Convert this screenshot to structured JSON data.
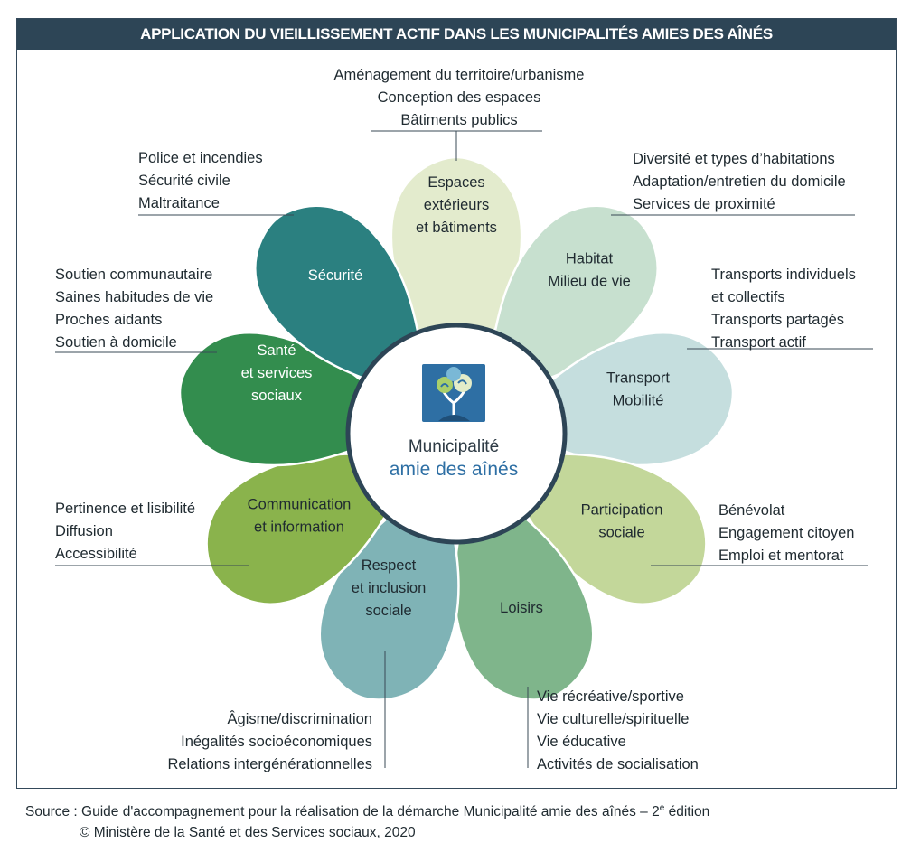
{
  "title": "APPLICATION DU VIEILLISSEMENT ACTIF DANS LES MUNICIPALITÉS AMIES DES AÎNÉS",
  "center": {
    "line1": "Municipalité",
    "line2": "amie des aînés"
  },
  "petals": [
    {
      "id": "espaces",
      "label": [
        "Espaces",
        "extérieurs",
        "et bâtiments"
      ],
      "color": "#e3ebcd",
      "text_color": "#1f2a30",
      "items": [
        "Aménagement du territoire/urbanisme",
        "Conception des espaces",
        "Bâtiments publics"
      ]
    },
    {
      "id": "habitat",
      "label": [
        "Habitat",
        "Milieu de vie"
      ],
      "color": "#c7e0cf",
      "text_color": "#1f2a30",
      "items": [
        "Diversité et types d’habitations",
        "Adaptation/entretien du domicile",
        "Services de proximité"
      ]
    },
    {
      "id": "transport",
      "label": [
        "Transport",
        "Mobilité"
      ],
      "color": "#c5dede",
      "text_color": "#1f2a30",
      "items": [
        "Transports individuels",
        " et collectifs",
        "Transports partagés",
        "Transport actif"
      ]
    },
    {
      "id": "participation",
      "label": [
        "Participation",
        "sociale"
      ],
      "color": "#c3d79a",
      "text_color": "#1f2a30",
      "items": [
        "Bénévolat",
        "Engagement citoyen",
        "Emploi et mentorat"
      ]
    },
    {
      "id": "loisirs",
      "label": [
        "Loisirs"
      ],
      "color": "#7fb58b",
      "text_color": "#1f2a30",
      "items": [
        "Vie récréative/sportive",
        "Vie culturelle/spirituelle",
        "Vie éducative",
        "Activités de socialisation"
      ]
    },
    {
      "id": "respect",
      "label": [
        "Respect",
        "et inclusion",
        "sociale"
      ],
      "color": "#7fb3b6",
      "text_color": "#1f2a30",
      "items": [
        "Âgisme/discrimination",
        "Inégalités socioéconomiques",
        "Relations intergénérationnelles"
      ]
    },
    {
      "id": "communication",
      "label": [
        "Communication",
        "et information"
      ],
      "color": "#8ab34c",
      "text_color": "#1f2a30",
      "items": [
        "Pertinence et lisibilité",
        "Diffusion",
        "Accessibilité"
      ]
    },
    {
      "id": "sante",
      "label": [
        "Santé",
        "et services",
        "sociaux"
      ],
      "color": "#338d4e",
      "text_color": "#ffffff",
      "items": [
        "Soutien communautaire",
        "Saines habitudes de vie",
        "Proches aidants",
        "Soutien à domicile"
      ]
    },
    {
      "id": "securite",
      "label": [
        "Sécurité"
      ],
      "color": "#2b8080",
      "text_color": "#ffffff",
      "items": [
        "Police et incendies",
        "Sécurité civile",
        "Maltraitance"
      ]
    }
  ],
  "source": {
    "line1_prefix": "Source : Guide d'accompagnement pour la réalisation de la démarche Municipalité amie des aînés – 2",
    "line1_sup": "e",
    "line1_suffix": " édition",
    "line2": "© Ministère de la Santé et des Services sociaux, 2020"
  },
  "colors": {
    "title_bar": "#2d4556",
    "line": "#3a4a55",
    "logo_blue": "#2e6fa4",
    "center_border": "#2d4556"
  }
}
